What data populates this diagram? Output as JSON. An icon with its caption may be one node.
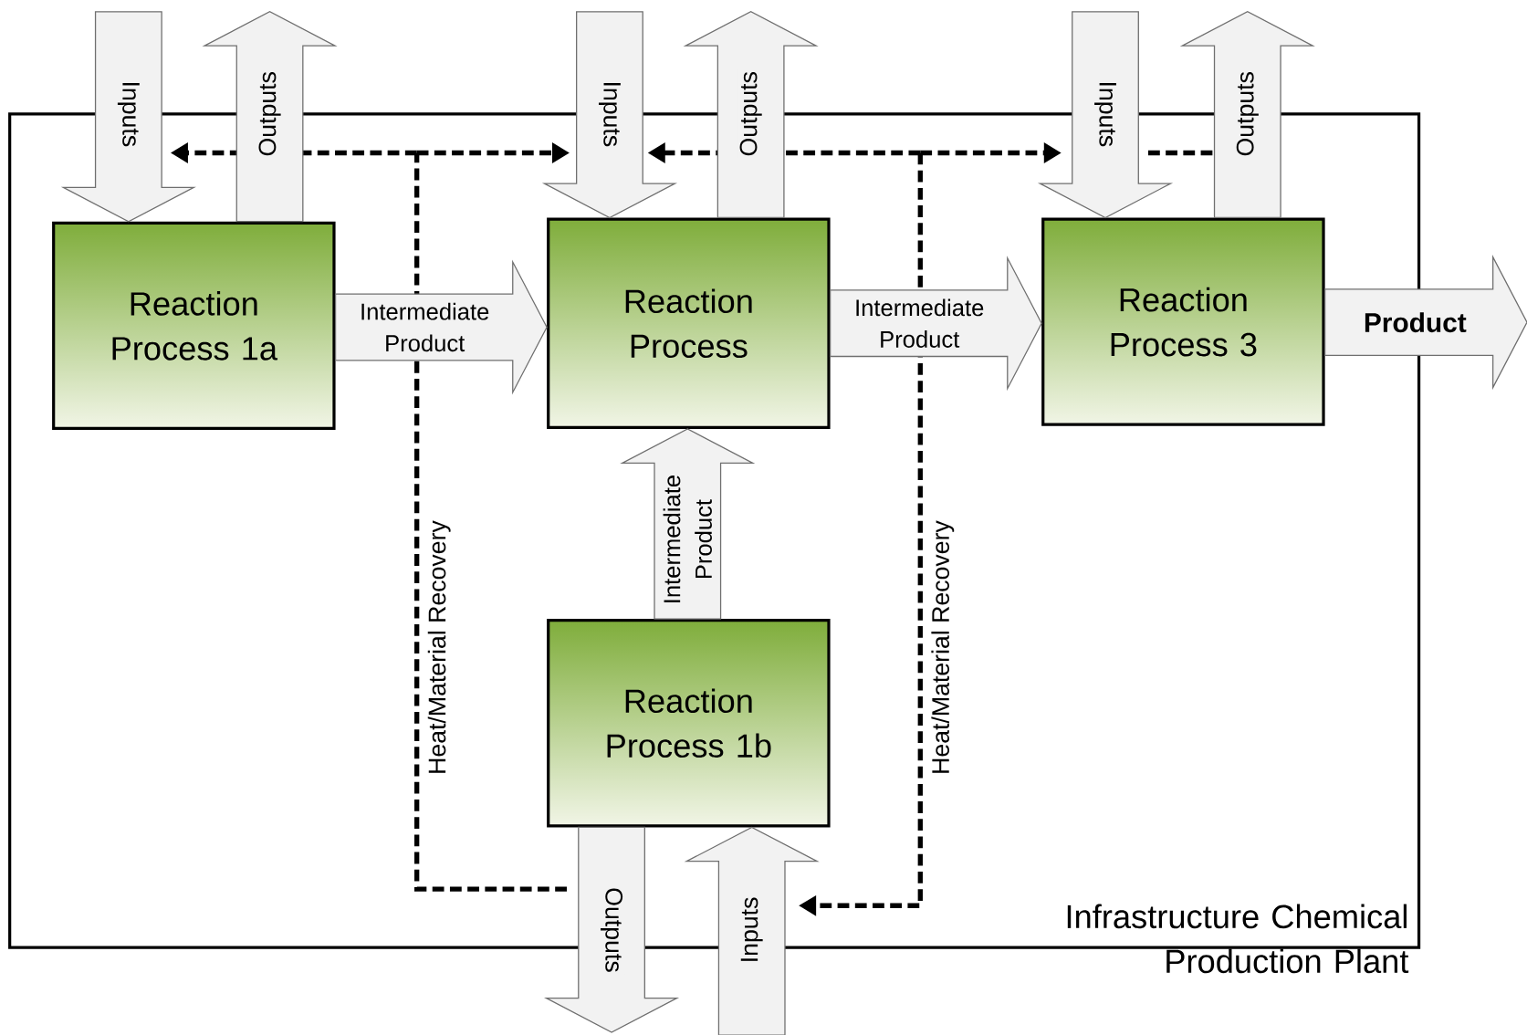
{
  "diagram": {
    "nodes": [
      {
        "text": [
          "Infrastructure Chemical Production Plant"
        ]
      },
      {
        "text": [
          "Reaction Process 1a"
        ],
        "in": 0
      },
      {
        "text": [
          "Reaction Process"
        ],
        "in": 0
      },
      {
        "text": [
          "Reaction Process 3"
        ],
        "in": 0
      },
      {
        "text": [
          "Reaction Process 1b"
        ],
        "in": 0
      }
    ],
    "edges": [
      {
        "from": null,
        "to": 1,
        "arrow": "to",
        "label": "Inputs",
        "style": "thick"
      },
      {
        "from": 1,
        "to": null,
        "arrow": "to",
        "label": "Outputs",
        "style": "thick"
      },
      {
        "from": null,
        "to": 2,
        "arrow": "to",
        "label": "Inputs",
        "style": "thick"
      },
      {
        "from": 2,
        "to": null,
        "arrow": "to",
        "label": "Outputs",
        "style": "thick"
      },
      {
        "from": null,
        "to": 3,
        "arrow": "to",
        "label": "Inputs",
        "style": "thick"
      },
      {
        "from": 3,
        "to": null,
        "arrow": "to",
        "label": "Outputs",
        "style": "thick"
      },
      {
        "from": 1,
        "to": 2,
        "arrow": "to",
        "label": "Intermediate Product",
        "style": "thick"
      },
      {
        "from": 2,
        "to": 3,
        "arrow": "to",
        "label": "Intermediate Product",
        "style": "thick"
      },
      {
        "from": 3,
        "to": null,
        "arrow": "to",
        "label": "Product",
        "style": "thick"
      },
      {
        "from": 4,
        "to": 2,
        "arrow": "to",
        "label": "Intermediate Product",
        "style": "thick"
      },
      {
        "from": 4,
        "to": null,
        "arrow": "to",
        "label": "Outputs",
        "style": "thick"
      },
      {
        "from": null,
        "to": 4,
        "arrow": "to",
        "label": "Inputs",
        "style": "thick"
      }
    ],
    "labels": [
      "Heat/Material Recovery",
      "Heat/Material Recovery"
    ]
  }
}
